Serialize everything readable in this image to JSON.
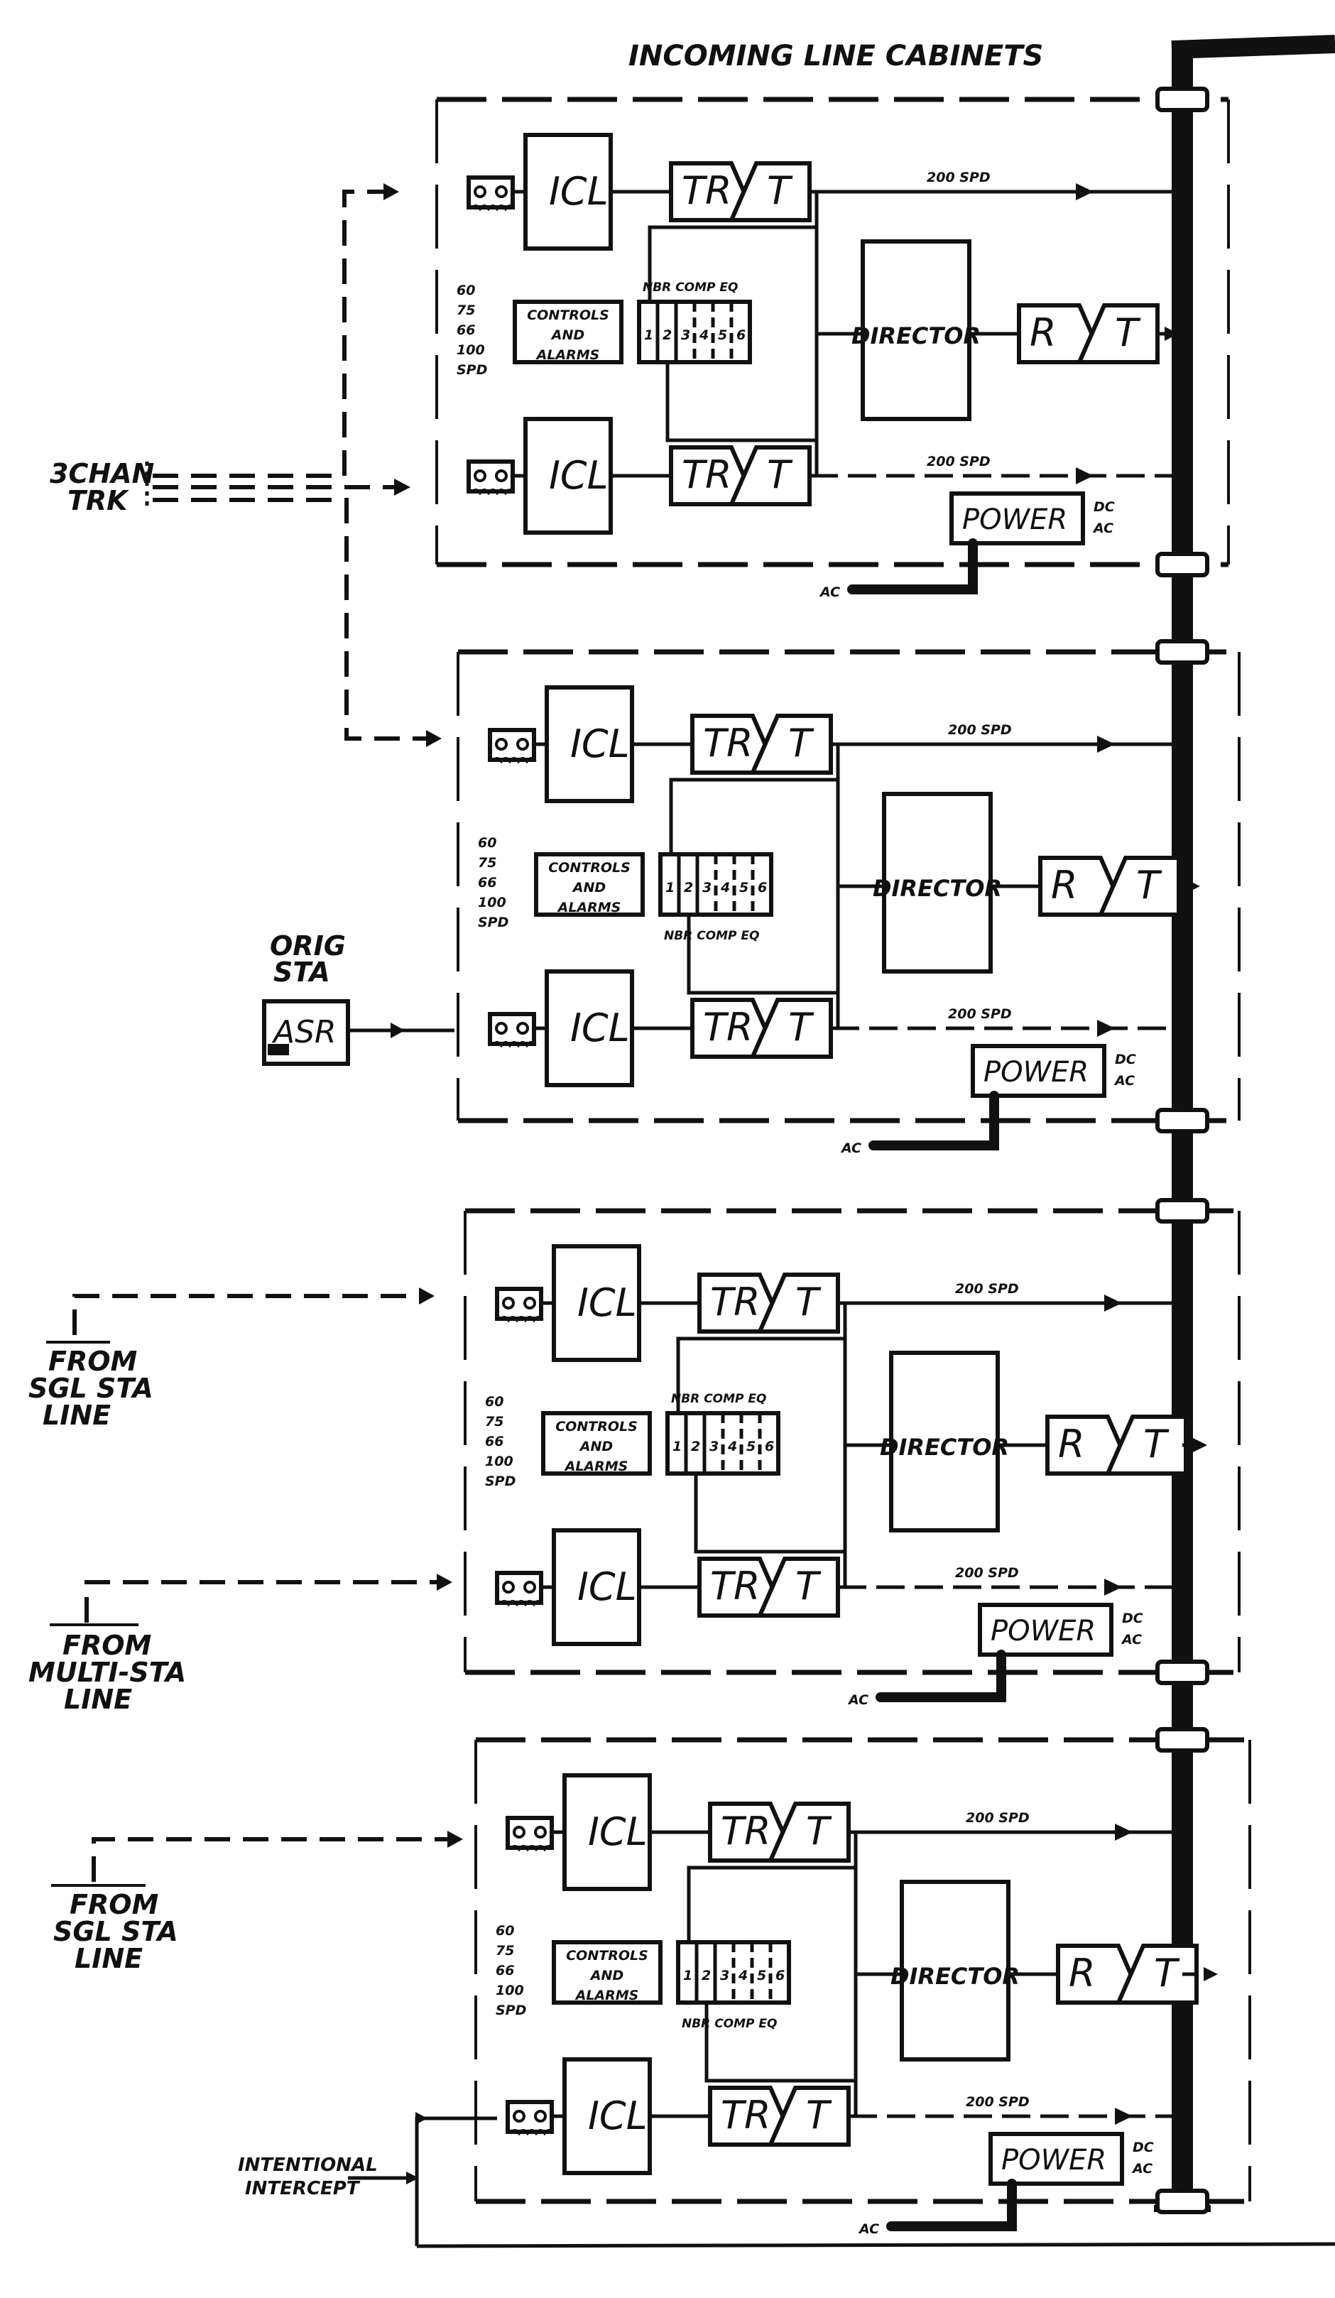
{
  "title": "INCOMING LINE CABINETS",
  "inputs": {
    "three_chan_trunk": [
      "3CHAN",
      "TRK"
    ],
    "orig_sta": [
      "ORIG",
      "STA"
    ],
    "asr": "ASR",
    "from_sgl_sta_line_1": [
      "FROM",
      "SGL STA",
      "LINE"
    ],
    "from_multi_sta_line": [
      "FROM",
      "MULTI-STA",
      "LINE"
    ],
    "from_sgl_sta_line_2": [
      "FROM",
      "SGL STA",
      "LINE"
    ],
    "intentional_intercept": [
      "INTENTIONAL",
      "INTERCEPT"
    ]
  },
  "cabinet_common": {
    "icl": "ICL",
    "tr": "TR",
    "t": "T",
    "r": "R",
    "director": "DIRECTOR",
    "power": "POWER",
    "dc": "DC",
    "ac": "AC",
    "ac_feed": "AC",
    "line_speed": "200 SPD",
    "speeds": [
      "60",
      "75",
      "66",
      "100",
      "SPD"
    ],
    "controls": [
      "CONTROLS",
      "AND",
      "ALARMS"
    ],
    "nbr_comp_eq": "NBR COMP EQ",
    "comp_slots": [
      "1",
      "2",
      "3",
      "4",
      "5",
      "6"
    ]
  },
  "cabinets": [
    {
      "id": 1,
      "label_position": "above"
    },
    {
      "id": 2,
      "label_position": "below"
    },
    {
      "id": 3,
      "label_position": "above"
    },
    {
      "id": 4,
      "label_position": "below"
    }
  ]
}
